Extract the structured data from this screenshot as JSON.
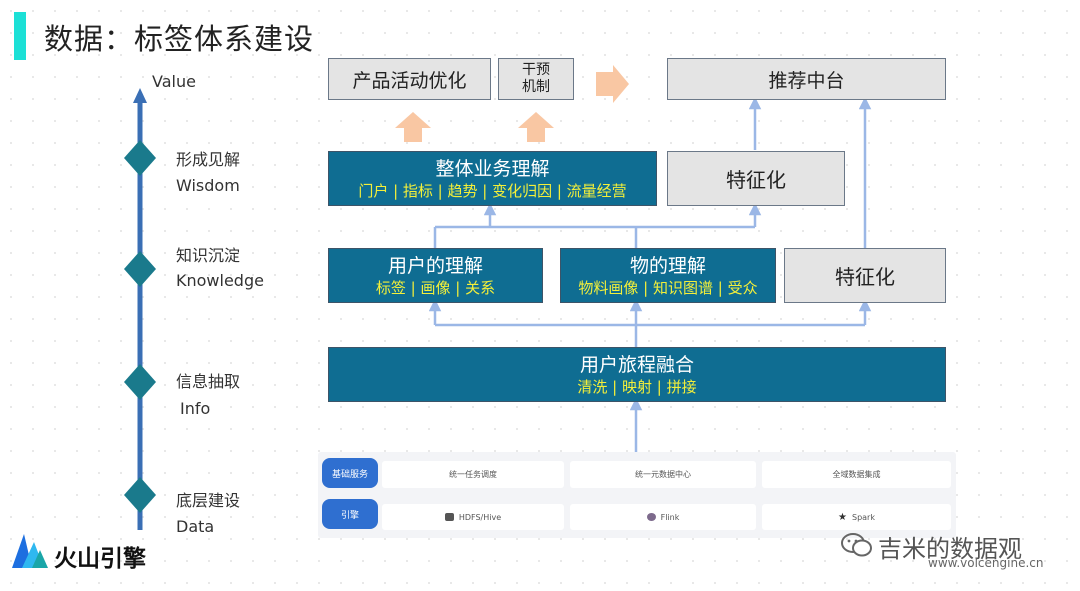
{
  "header": {
    "title": "数据：标签体系建设"
  },
  "axis": {
    "top_label": "Value",
    "levels": [
      {
        "zh": "形成见解",
        "en": "Wisdom"
      },
      {
        "zh": "知识沉淀",
        "en": "Knowledge"
      },
      {
        "zh": "信息抽取",
        "en": "Info"
      },
      {
        "zh": "底层建设",
        "en": "Data"
      }
    ]
  },
  "top_row": {
    "product_opt": "产品活动优化",
    "intervention": "干预\n机制",
    "recommend": "推荐中台"
  },
  "wisdom_row": {
    "overall_title": "整体业务理解",
    "overall_sub": "门户 | 指标 | 趋势 | 变化归因 | 流量经营",
    "featurize": "特征化"
  },
  "knowledge_row": {
    "user_title": "用户的理解",
    "user_sub": "标签 | 画像 | 关系",
    "item_title": "物的理解",
    "item_sub": "物料画像 | 知识图谱 | 受众",
    "featurize": "特征化"
  },
  "info_row": {
    "journey_title": "用户旅程融合",
    "journey_sub": "清洗 | 映射 | 拼接"
  },
  "base_panel": {
    "row1_label": "基础服务",
    "row1_cells": [
      "统一任务调度",
      "统一元数据中心",
      "全域数据集成"
    ],
    "row2_label": "引擎",
    "row2_cells": [
      "HDFS/Hive",
      "Flink",
      "Spark"
    ]
  },
  "colors": {
    "accent": "#1ce0d6",
    "blue_box": "#0f6d92",
    "yellow_text": "#f3ef3a",
    "arrow_orange": "#f9c7a3",
    "line_blue": "#9bb7e6",
    "axis_blue": "#3a6fb5",
    "diamond": "#1a7a8c"
  },
  "footer": {
    "brand": "火山引擎",
    "watermark": "吉米的数据观",
    "url": "www.volcengine.cn"
  }
}
